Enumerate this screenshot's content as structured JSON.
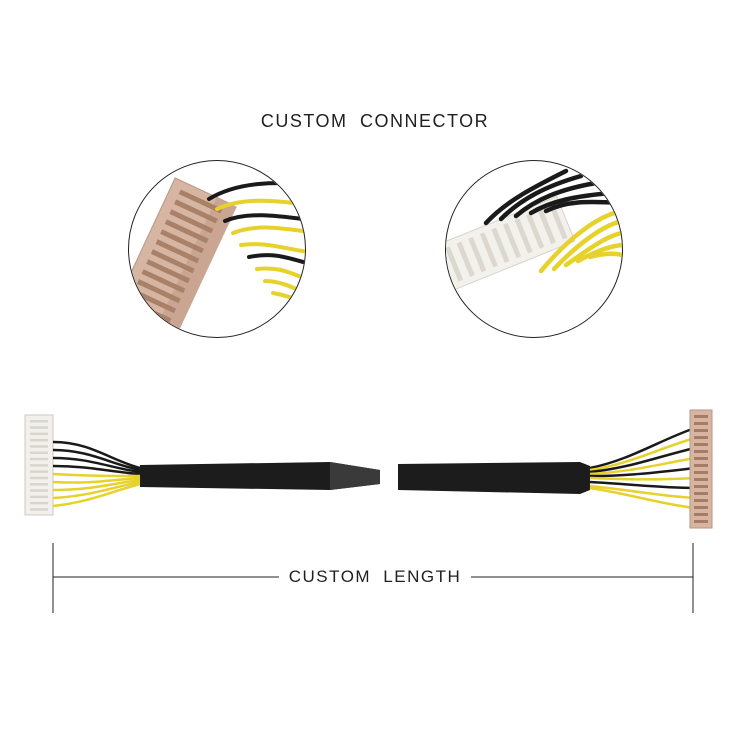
{
  "header": {
    "title": "CUSTOM CONNECTOR"
  },
  "dimension": {
    "label": "CUSTOM LENGTH"
  },
  "colors": {
    "wire_black": "#1a1a1a",
    "wire_yellow": "#e8d530",
    "connector_tan": "#d8b8a4",
    "connector_white": "#f2f0ec",
    "pin_copper": "#a87c64"
  },
  "icons": {
    "left_zoom": "tan-connector-closeup",
    "right_zoom": "white-connector-closeup"
  }
}
